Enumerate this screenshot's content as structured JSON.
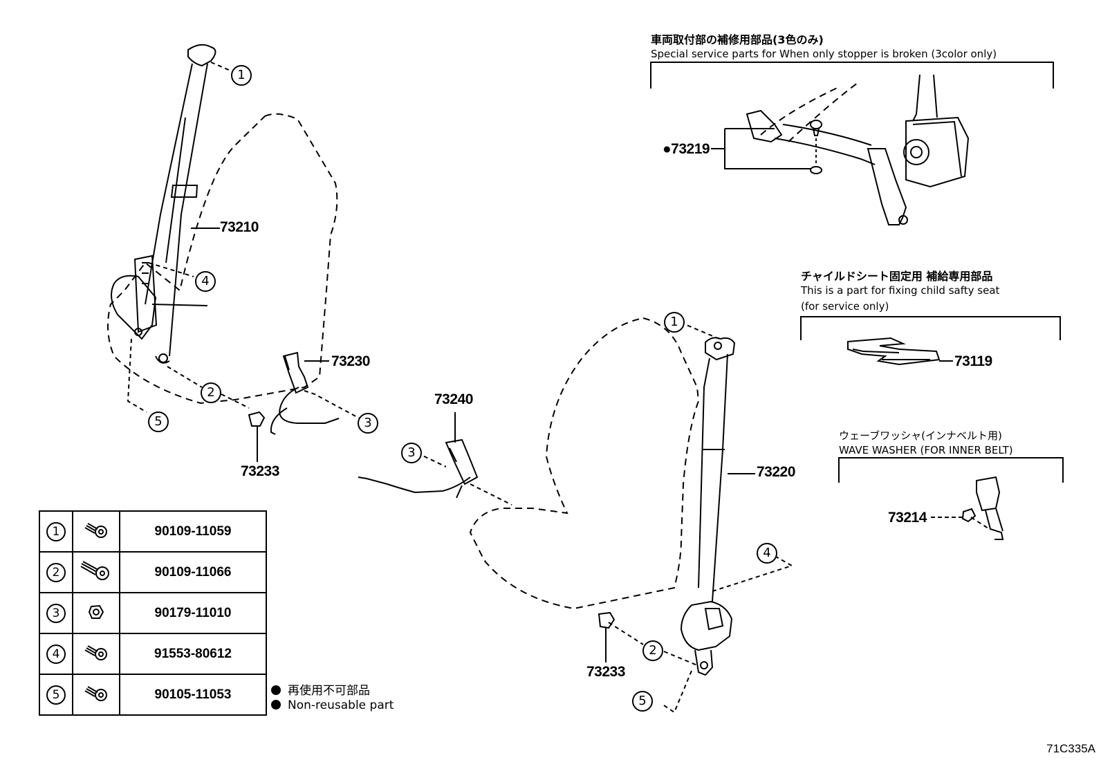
{
  "callouts": {
    "c1a": "1",
    "c4a": "4",
    "c2a": "2",
    "c5a": "5",
    "c3a": "3",
    "c3b": "3",
    "c1b": "1",
    "c4b": "4",
    "c2b": "2",
    "c5b": "5"
  },
  "parts": {
    "p73210": "73210",
    "p73230": "73230",
    "p73233a": "73233",
    "p73240": "73240",
    "p73220": "73220",
    "p73233b": "73233",
    "p73219": "●73219",
    "p73119": "73119",
    "p73214": "73214"
  },
  "notes": {
    "stopper_jp": "車両取付部の補修用部品(3色のみ)",
    "stopper_en": "Special service parts for When only stopper is broken (3color only)",
    "child_jp": "チャイルドシート固定用  補給専用部品",
    "child_en1": "This is a part for fixing child safty seat",
    "child_en2": "(for service only)",
    "washer_jp": "ウェーブワッシャ(インナベルト用)",
    "washer_en": "WAVE WASHER (FOR INNER BELT)"
  },
  "fastener_table": [
    {
      "num": "1",
      "icon": "bolt-icon",
      "part_no": "90109-11059"
    },
    {
      "num": "2",
      "icon": "long-bolt-icon",
      "part_no": "90109-11066"
    },
    {
      "num": "3",
      "icon": "nut-icon",
      "part_no": "90179-11010"
    },
    {
      "num": "4",
      "icon": "bolt-icon",
      "part_no": "91553-80612"
    },
    {
      "num": "5",
      "icon": "bolt-icon",
      "part_no": "90105-11053"
    }
  ],
  "legend": {
    "jp": "再使用不可部品",
    "en": "Non-reusable part"
  },
  "diagram_code": "71C335A"
}
